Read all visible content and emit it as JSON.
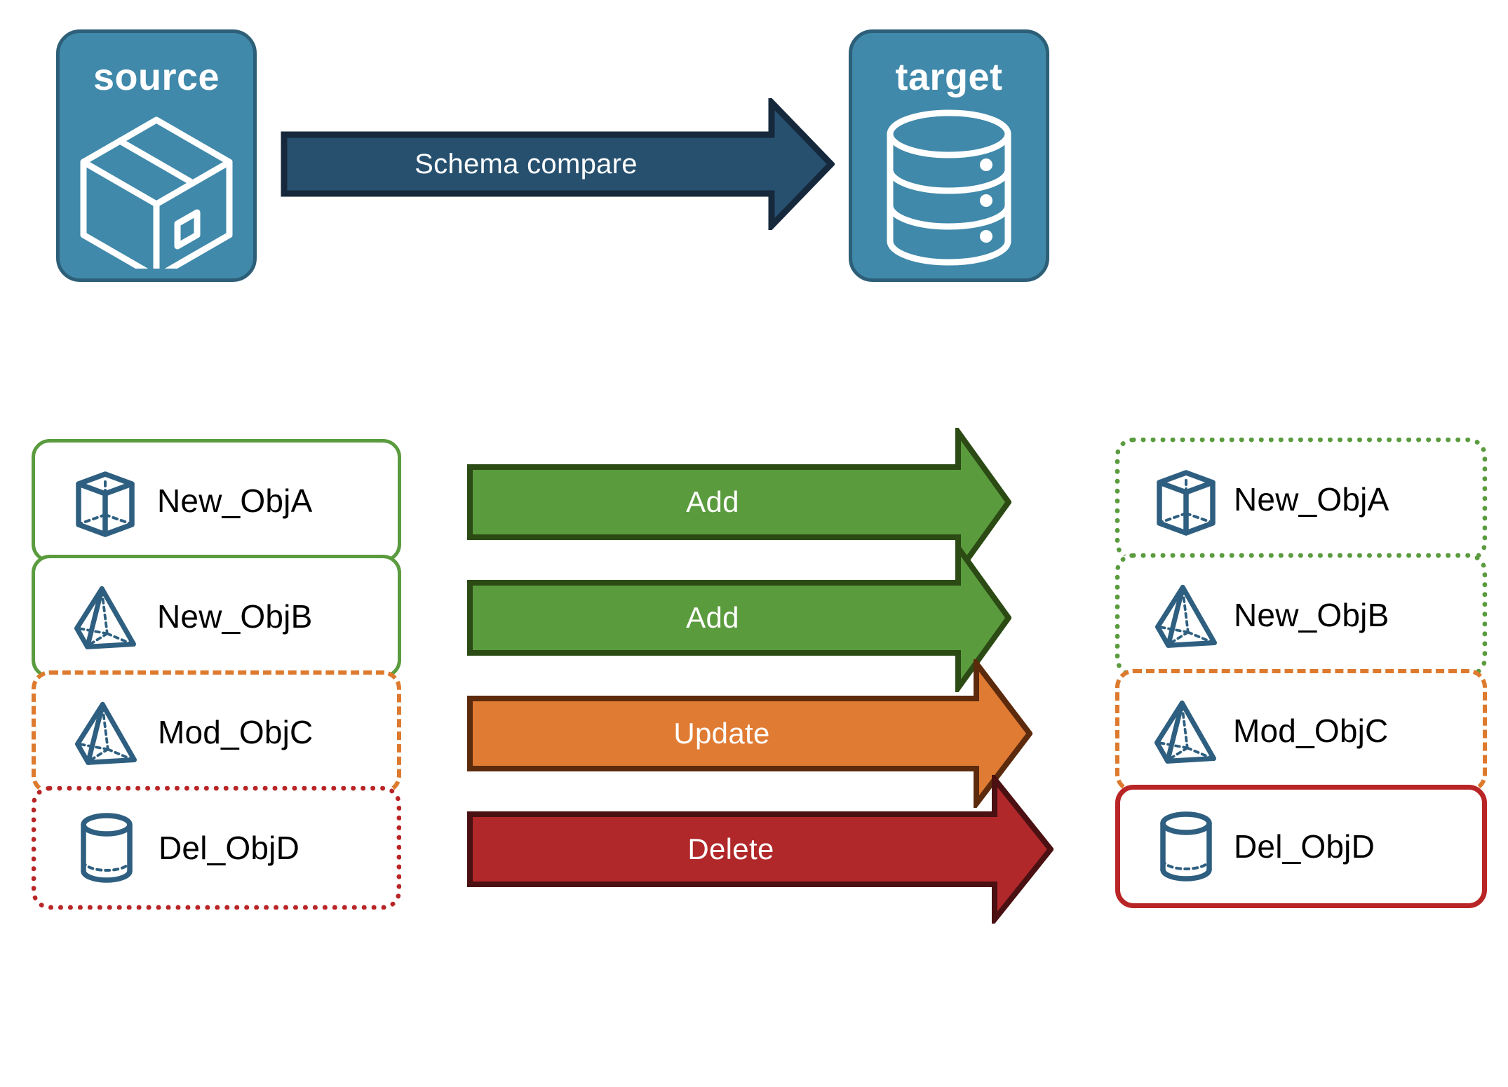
{
  "endpoints": {
    "source": {
      "title": "source",
      "icon": "package-box-icon"
    },
    "target": {
      "title": "target",
      "icon": "database-cylinder-icon"
    }
  },
  "schema_arrow": {
    "label": "Schema compare",
    "fill": "#27506f",
    "stroke": "#16283c"
  },
  "rows": [
    {
      "source_label": "New_ObjA",
      "source_icon": "wireframe-cube-icon",
      "source_border": "green-solid",
      "action": "Add",
      "arrow_fill": "#5a9b3e",
      "arrow_stroke": "#2b4a14",
      "target_label": "New_ObjA",
      "target_icon": "wireframe-cube-icon",
      "target_border": "green-dotted"
    },
    {
      "source_label": "New_ObjB",
      "source_icon": "wireframe-pyramid-icon",
      "source_border": "green-solid",
      "action": "Add",
      "arrow_fill": "#5a9b3e",
      "arrow_stroke": "#2b4a14",
      "target_label": "New_ObjB",
      "target_icon": "wireframe-pyramid-icon",
      "target_border": "green-dotted"
    },
    {
      "source_label": "Mod_ObjC",
      "source_icon": "wireframe-pyramid-icon",
      "source_border": "orange-dashed",
      "action": "Update",
      "arrow_fill": "#e07b33",
      "arrow_stroke": "#5c2a0c",
      "target_label": "Mod_ObjC",
      "target_icon": "wireframe-pyramid-icon",
      "target_border": "orange-dashed"
    },
    {
      "source_label": "Del_ObjD",
      "source_icon": "wireframe-cylinder-icon",
      "source_border": "red-dotted",
      "action": "Delete",
      "arrow_fill": "#b0282a",
      "arrow_stroke": "#4a1012",
      "target_label": "Del_ObjD",
      "target_icon": "wireframe-cylinder-icon",
      "target_border": "red-solid"
    }
  ],
  "colors": {
    "panel_fill": "#4089aa",
    "panel_stroke": "#2d5f78",
    "icon_blue": "#2e5f80",
    "green": "#5a9b3e",
    "orange": "#dd7a2e",
    "red": "#b92526"
  }
}
